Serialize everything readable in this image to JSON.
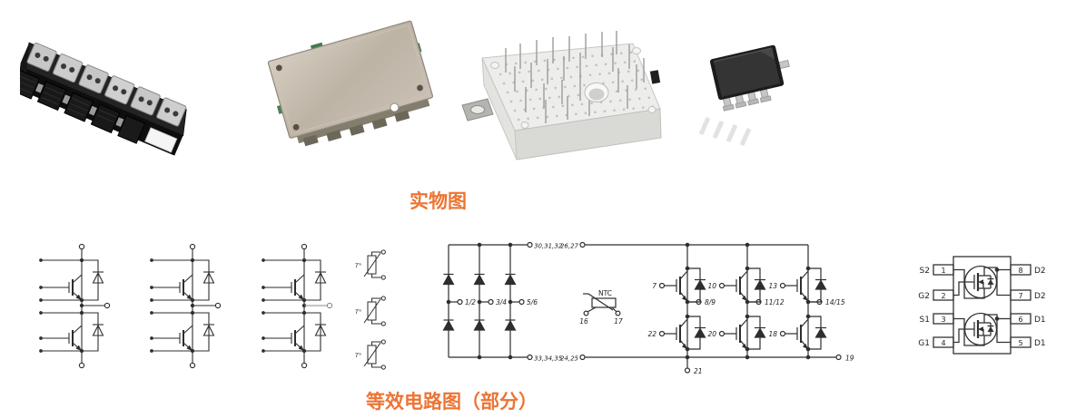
{
  "captions": {
    "photos": "实物图",
    "circuits": "等效电路图（部分）"
  },
  "colors": {
    "accent": "#ED7434",
    "line": "#2e2e2e"
  },
  "photos": [
    {
      "alt": "black multi-terminal IGBT power module"
    },
    {
      "alt": "metal baseplate power module"
    },
    {
      "alt": "white pin-grid power integrated module"
    },
    {
      "alt": "black SOIC-8 package"
    }
  ],
  "thermistor": {
    "label": "T°"
  },
  "pim_circuit": {
    "rectifier_dc_plus": "30,31,32",
    "inverter_dc_plus": "26,27",
    "rectifier_ac": [
      "1/2",
      "3/4",
      "5/6"
    ],
    "rectifier_dc_minus": "33,34,35",
    "inverter_dc_minus": "24,25",
    "ntc_label": "NTC",
    "ntc_pins": [
      "16",
      "17"
    ],
    "upper_gates": [
      "7",
      "10",
      "13"
    ],
    "phase_outputs": [
      "8/9",
      "11/12",
      "14/15"
    ],
    "lower_gates": [
      "22",
      "20",
      "18"
    ],
    "emitter_pin": "21",
    "dc_minus_out": "19"
  },
  "mosfet_pinout": {
    "left": [
      {
        "pin": "1",
        "label": "S2"
      },
      {
        "pin": "2",
        "label": "G2"
      },
      {
        "pin": "3",
        "label": "S1"
      },
      {
        "pin": "4",
        "label": "G1"
      }
    ],
    "right": [
      {
        "pin": "8",
        "label": "D2"
      },
      {
        "pin": "7",
        "label": "D2"
      },
      {
        "pin": "6",
        "label": "D1"
      },
      {
        "pin": "5",
        "label": "D1"
      }
    ]
  }
}
